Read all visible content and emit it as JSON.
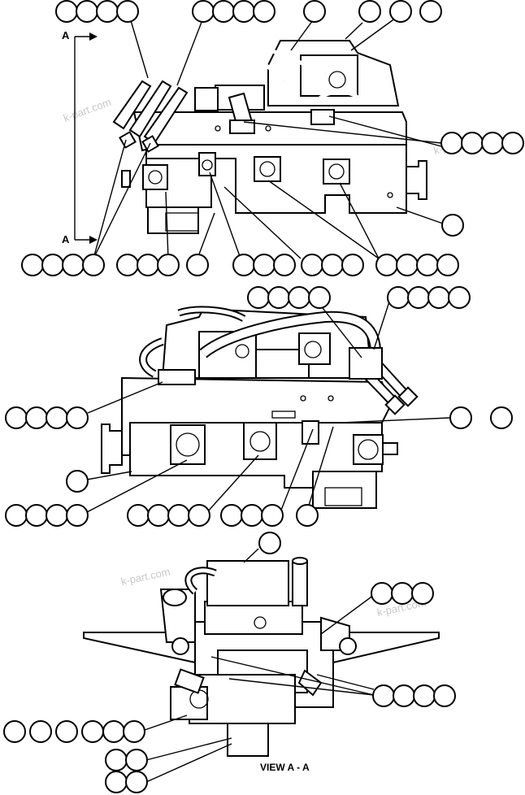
{
  "diagram": {
    "section_arrow_top": "A",
    "section_arrow_bottom": "A",
    "view_label": "VIEW A - A",
    "watermarks": [
      "k-part.com",
      "k-part.com",
      "k-part.com",
      "k-part.com"
    ],
    "callout_groups": [
      {
        "id": "g1",
        "circles": 4,
        "filled_text": ""
      },
      {
        "id": "g2",
        "circles": 4,
        "filled_text": ""
      },
      {
        "id": "g3",
        "circles": 1,
        "filled_text": ""
      },
      {
        "id": "g4",
        "circles": 3,
        "filled_text": ""
      },
      {
        "id": "g5",
        "circles": 4,
        "filled_text": ""
      },
      {
        "id": "g6",
        "circles": 1,
        "filled_text": ""
      },
      {
        "id": "g7",
        "circles": 4,
        "filled_text": ""
      },
      {
        "id": "g8",
        "circles": 3,
        "filled_text": ""
      },
      {
        "id": "g9",
        "circles": 1,
        "filled_text": ""
      },
      {
        "id": "g10",
        "circles": 3,
        "filled_text": ""
      },
      {
        "id": "g11",
        "circles": 3,
        "filled_text": ""
      },
      {
        "id": "g12",
        "circles": 4,
        "filled_text": ""
      },
      {
        "id": "g13",
        "circles": 4,
        "filled_text": ""
      },
      {
        "id": "g14",
        "circles": 4,
        "filled_text": ""
      },
      {
        "id": "g15",
        "circles": 4,
        "filled_text": ""
      },
      {
        "id": "g16",
        "circles": 2,
        "filled_text": ""
      },
      {
        "id": "g17",
        "circles": 1,
        "filled_text": ""
      },
      {
        "id": "g18",
        "circles": 4,
        "filled_text": ""
      },
      {
        "id": "g19",
        "circles": 4,
        "filled_text": ""
      },
      {
        "id": "g20",
        "circles": 3,
        "filled_text": ""
      },
      {
        "id": "g21",
        "circles": 1,
        "filled_text": ""
      },
      {
        "id": "g22",
        "circles": 1,
        "filled_text": ""
      },
      {
        "id": "g23",
        "circles": 3,
        "filled_text": ""
      },
      {
        "id": "g24",
        "circles": 4,
        "filled_text": ""
      },
      {
        "id": "g25",
        "circles": 6,
        "filled_text": ""
      },
      {
        "id": "g26",
        "circles": 2,
        "filled_text": ""
      },
      {
        "id": "g27",
        "circles": 2,
        "filled_text": ""
      }
    ]
  }
}
